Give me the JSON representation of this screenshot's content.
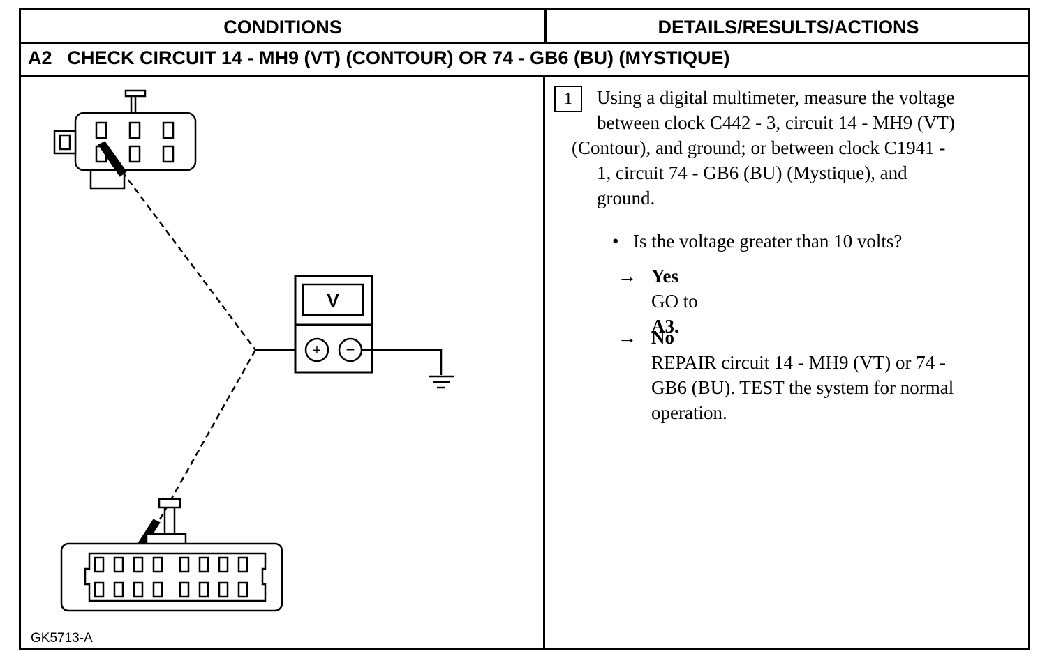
{
  "header": {
    "conditions": "CONDITIONS",
    "details": "DETAILS/RESULTS/ACTIONS"
  },
  "step": {
    "id": "A2",
    "title": "CHECK CIRCUIT 14 -  MH9 (VT) (CONTOUR) OR 74 -  GB6 (BU) (MYSTIQUE)"
  },
  "diagram": {
    "meter_label": "V",
    "plus_symbol": "+",
    "minus_symbol": "−",
    "figure_id": "GK5713-A"
  },
  "details": {
    "step_number": "1",
    "instruction_lines": [
      "Using a digital multimeter, measure the voltage",
      "between clock C442 -  3, circuit 14 -  MH9 (VT)",
      "(Contour), and ground; or between clock C1941 -",
      "1, circuit 74 -  GB6 (BU) (Mystique), and",
      "ground."
    ],
    "question": "Is the voltage greater than 10 volts?",
    "yes": {
      "label": "Yes",
      "action_prefix": "GO to ",
      "action_target": "A3."
    },
    "no": {
      "label": "No",
      "action_lines": [
        "REPAIR circuit 14 -  MH9 (VT) or 74 -",
        "GB6 (BU). TEST the system for normal",
        "operation."
      ]
    }
  }
}
